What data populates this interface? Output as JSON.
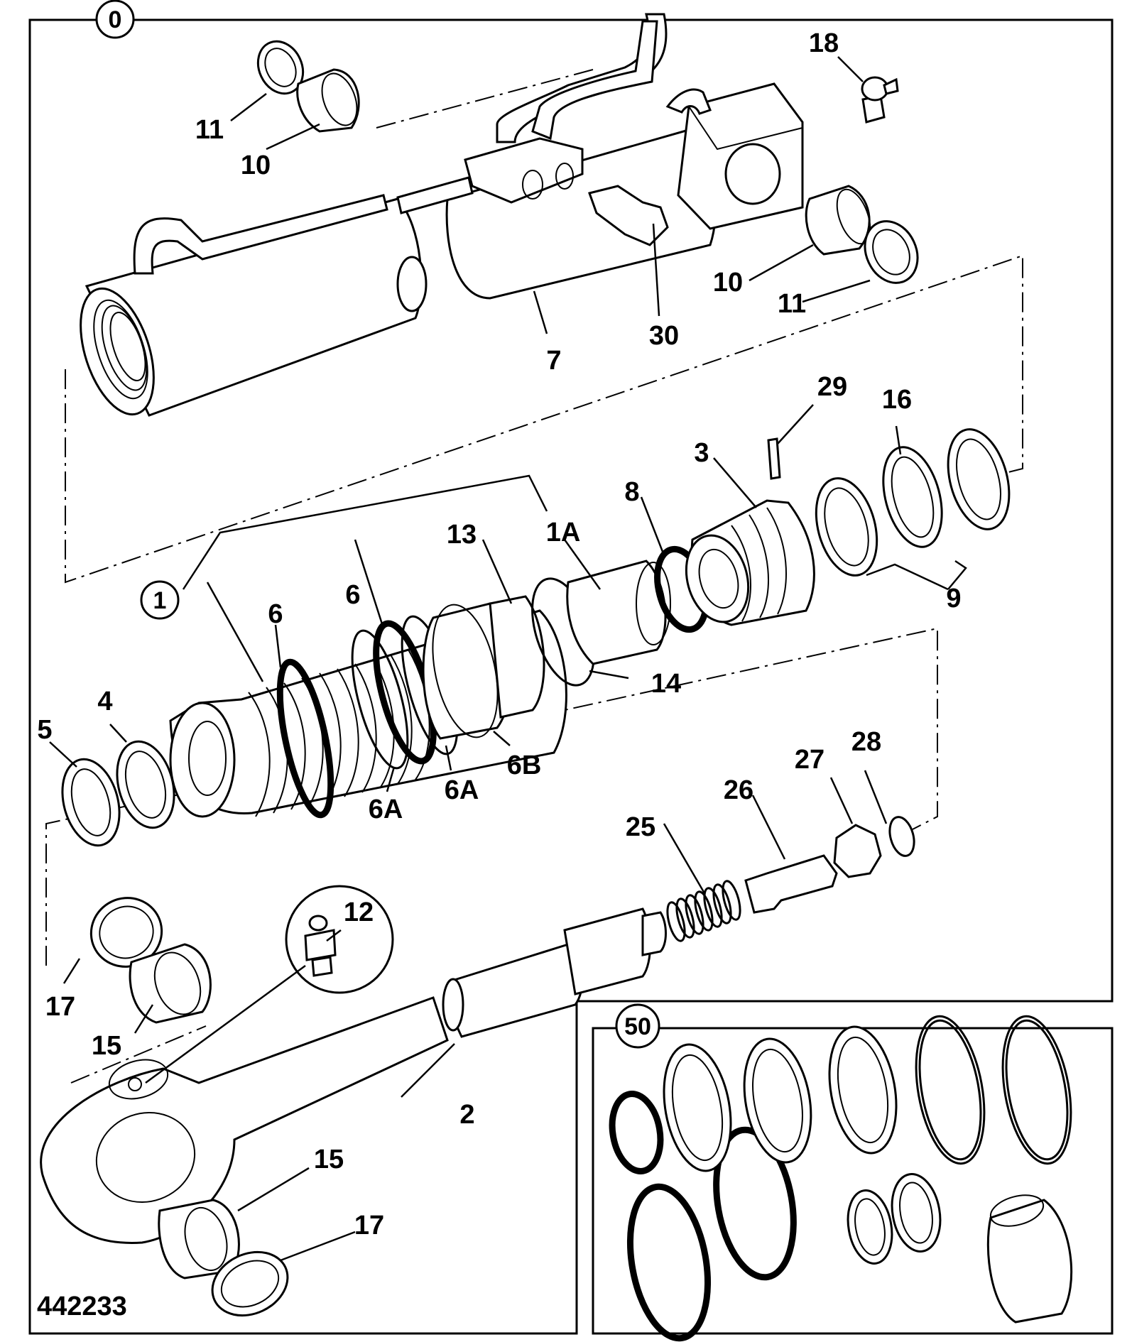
{
  "reference_number": "442233",
  "callouts": {
    "c0": "0",
    "c1": "1",
    "c50": "50"
  },
  "labels": {
    "l1A": "1A",
    "l2": "2",
    "l3": "3",
    "l4": "4",
    "l5": "5",
    "l6a": "6",
    "l6b": "6",
    "l6A1": "6A",
    "l6A2": "6A",
    "l6B": "6B",
    "l7": "7",
    "l8": "8",
    "l9": "9",
    "l10a": "10",
    "l10b": "10",
    "l11a": "11",
    "l11b": "11",
    "l12": "12",
    "l13": "13",
    "l14": "14",
    "l15a": "15",
    "l15b": "15",
    "l16": "16",
    "l17a": "17",
    "l17b": "17",
    "l18": "18",
    "l25": "25",
    "l26": "26",
    "l27": "27",
    "l28": "28",
    "l29": "29",
    "l30": "30"
  }
}
